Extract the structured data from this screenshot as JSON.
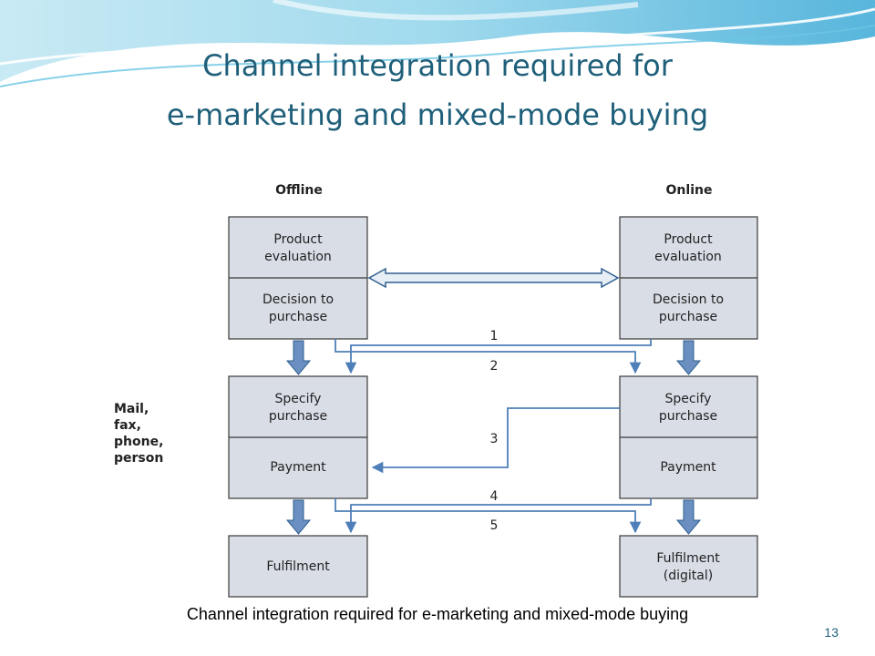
{
  "slide": {
    "title_line1": "Channel integration required for",
    "title_line2": "e-marketing and mixed-mode buying",
    "caption": "Channel integration required for e-marketing and mixed-mode buying",
    "page_number": "13"
  },
  "diagram": {
    "columns": {
      "offline": "Offline",
      "online": "Online"
    },
    "side_label": [
      "Mail,",
      "fax,",
      "phone,",
      "person"
    ],
    "offline": {
      "product_evaluation": [
        "Product",
        "evaluation"
      ],
      "decision_to_purchase": [
        "Decision to",
        "purchase"
      ],
      "specify_purchase": [
        "Specify",
        "purchase"
      ],
      "payment": [
        "Payment"
      ],
      "fulfilment": [
        "Fulfilment"
      ]
    },
    "online": {
      "product_evaluation": [
        "Product",
        "evaluation"
      ],
      "decision_to_purchase": [
        "Decision to",
        "purchase"
      ],
      "specify_purchase": [
        "Specify",
        "purchase"
      ],
      "payment": [
        "Payment"
      ],
      "fulfilment": [
        "Fulfilment",
        "(digital)"
      ]
    },
    "route_labels": [
      "1",
      "2",
      "3",
      "4",
      "5"
    ]
  },
  "colors": {
    "box_fill": "#d9dde6",
    "box_stroke": "#3a3a3a",
    "arrow": "#4f7fb8",
    "arrow_dark": "#2f5f90",
    "title": "#1f5f7a"
  }
}
